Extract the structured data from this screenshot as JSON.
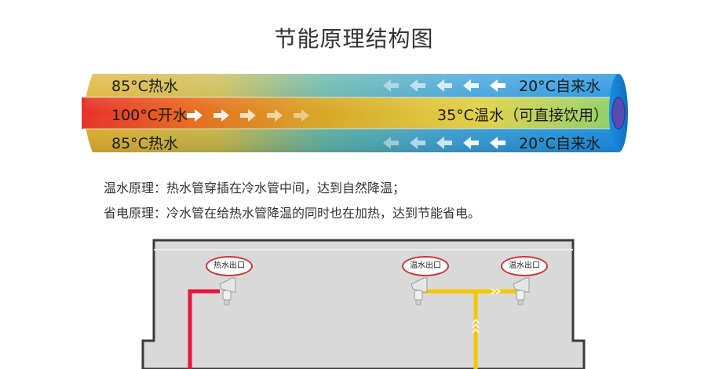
{
  "title": "节能原理结构图",
  "pipe": {
    "top_left": "85°C热水",
    "middle_left": "100°C开水",
    "bottom_left": "85°C热水",
    "top_right": "20°C自来水",
    "middle_right": "35°C温水（可直接饮用）",
    "bottom_right": "20°C自来水"
  },
  "principles": {
    "warm": "温水原理：热水管穿插在冷水管中间，达到自然降温；",
    "save": "省电原理：冷水管在给热水管降温的同时也在加热，达到节能省电。"
  },
  "outlets": {
    "hot": "热水出口",
    "warm_1": "温水出口",
    "warm_2": "温水出口"
  },
  "colors": {
    "hot_pipe": "#e8143c",
    "warm_pipe": "#f5c800",
    "cold_blue": "#1a8fe0",
    "hot_core": "#e83a1e",
    "hot_outer": "#e0b030"
  }
}
